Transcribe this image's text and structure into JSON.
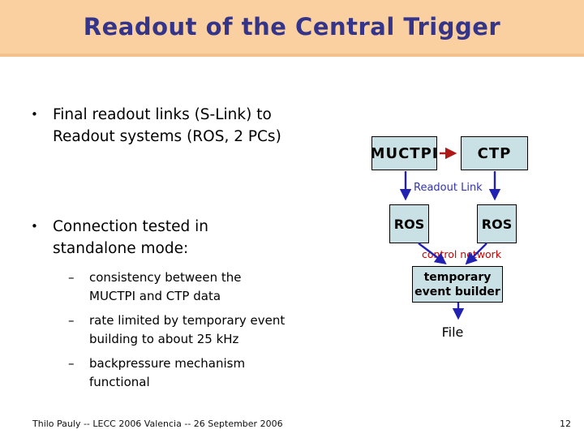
{
  "theme": {
    "titlebar_bg": "#FBD0A0",
    "titlebar_border": "#F3C18C",
    "title_color": "#34348A",
    "slide_bg": "#FFFFFF",
    "text_color": "#000000"
  },
  "slide": {
    "title": "Readout of the Central Trigger",
    "bullets": [
      {
        "marker": "•",
        "text": "Final readout links (S-Link) to\nReadout systems (ROS, 2 PCs)"
      },
      {
        "marker": "•",
        "text": "Connection tested in\nstandalone mode:"
      }
    ],
    "sub_bullets": [
      {
        "marker": "–",
        "text": "consistency between the\nMUCTPI and CTP data"
      },
      {
        "marker": "–",
        "text": "rate limited by temporary event\nbuilding to about 25 kHz"
      },
      {
        "marker": "–",
        "text": "backpressure mechanism\nfunctional"
      }
    ],
    "footer": {
      "credit": "Thilo Pauly -- LECC 2006 Valencia  --  26 September 2006",
      "page_number": "12"
    }
  },
  "diagram": {
    "nodes": {
      "muctpi": "MUCTPI",
      "ctp": "CTP",
      "ros_left": "ROS",
      "ros_right": "ROS",
      "event_builder": "temporary\nevent builder",
      "file": "File"
    },
    "labels": {
      "readout_link": "Readout Link",
      "control_network": "control network"
    },
    "colors": {
      "node_fill": "#C9E0E4",
      "node_border": "#000000",
      "arrow_blue": "#2222B2",
      "arrow_red": "#B01818",
      "label_blue": "#3333AA",
      "label_red": "#CC0000"
    }
  }
}
